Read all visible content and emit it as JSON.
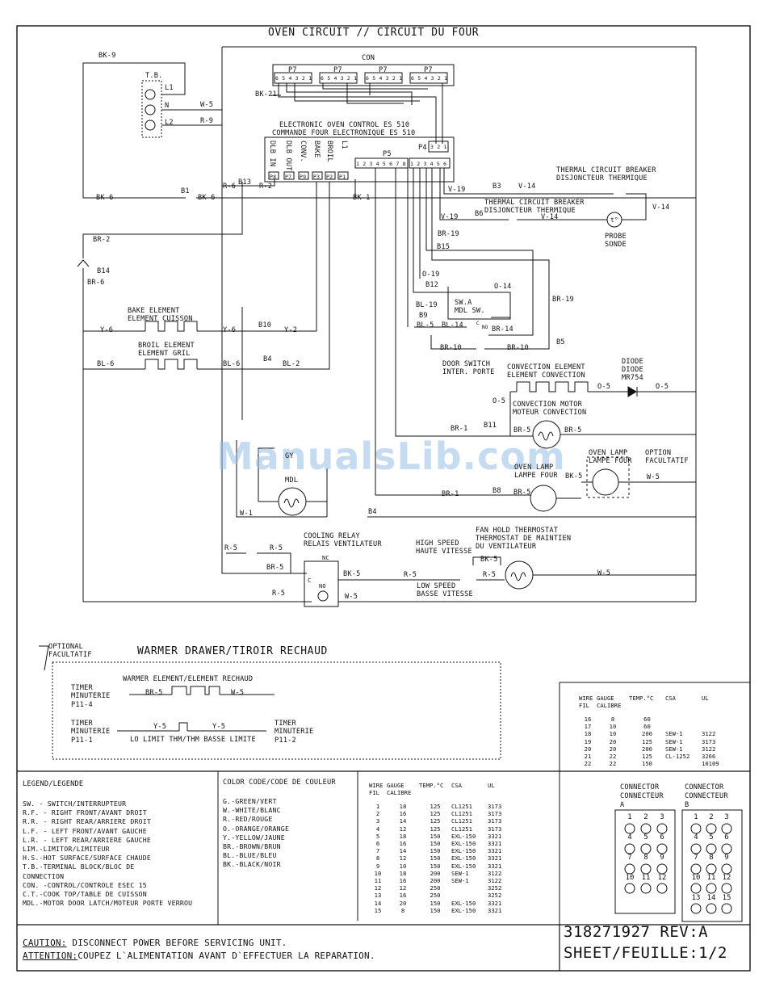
{
  "title": "OVEN CIRCUIT // CIRCUIT DU FOUR",
  "con_label": "CON",
  "connectors": {
    "p7": "P7",
    "p7_pins": "6 5 4 3 2 1",
    "p5": "P5",
    "p5_pins": "1 2 3 4 5 6 7 8",
    "p4": "P4",
    "p4_pins": "3 2 1",
    "p8_pins": "1 2 3 4 5 6"
  },
  "control": {
    "line1": "ELECTRONIC OVEN CONTROL ES 510",
    "line2": "COMMANDE FOUR ELECTRONIQUE ES 510",
    "relays": [
      "DLB IN",
      "DLB OUT",
      "CONV.",
      "BAKE",
      "BROIL",
      "L1"
    ],
    "ports": [
      "P8",
      "P7",
      "P9",
      "P3",
      "P2",
      "P1"
    ]
  },
  "tb": {
    "label": "T.B.",
    "l1": "L1",
    "n": "N",
    "l2": "L2"
  },
  "wires": {
    "bk9": "BK-9",
    "bk21": "BK-21",
    "w5": "W-5",
    "r9": "R-9",
    "r6": "R-6",
    "b13": "B13",
    "r2": "R-2",
    "b1": "B1",
    "bk6a": "BK-6",
    "bk6b": "BK-6",
    "bk1": "BK-1",
    "br2": "BR-2",
    "b14": "B14",
    "br6": "BR-6",
    "v19a": "V-19",
    "b3": "B3",
    "v14a": "V-14",
    "v14b": "V-14",
    "v14c": "V-14",
    "v19b": "V-19",
    "b6": "B6",
    "br19a": "BR-19",
    "b15": "B15",
    "o19": "O-19",
    "b12": "B12",
    "o14": "O-14",
    "bl19": "BL-19",
    "b9": "B9",
    "bl5": "BL-5",
    "bl14": "BL-14",
    "br14": "BR-14",
    "br19b": "BR-19",
    "br10a": "BR-10",
    "br10b": "BR-10",
    "b5": "B5",
    "y6a": "Y-6",
    "y6b": "Y-6",
    "b10": "B10",
    "y2": "Y-2",
    "bl6a": "BL-6",
    "bl6b": "BL-6",
    "b4a": "B4",
    "bl2": "BL-2",
    "o5a": "O-5",
    "o5b": "O-5",
    "o5c": "O-5",
    "br1a": "BR-1",
    "b11": "B11",
    "br5a": "BR-5",
    "br5b": "BR-5",
    "gy": "GY",
    "br1b": "BR-1",
    "b8": "B8",
    "br5c": "BR-5",
    "bk5a": "BK-5",
    "w5b": "W-5",
    "w1": "W-1",
    "b4b": "B4",
    "r5a": "R-5",
    "r5b": "R-5",
    "br5d": "BR-5",
    "bk5b": "BK-5",
    "r5c": "R-5",
    "r5d": "R-5",
    "bk5c": "BK-5",
    "w5c": "W-5",
    "r5e": "R-5",
    "w5d": "W-5"
  },
  "components": {
    "tcb1": [
      "THERMAL CIRCUIT BREAKER",
      "DISJONCTEUR THERMIQUE"
    ],
    "tcb2": [
      "THERMAL CIRCUIT BREAKER",
      "DISJONCTEUR THERMIQUE"
    ],
    "probe": [
      "PROBE",
      "SONDE"
    ],
    "probe_symbol": "t°",
    "swa": [
      "SW.A",
      "MDL SW."
    ],
    "c": "C",
    "no": "NO",
    "nc": "NC",
    "door": [
      "DOOR SWITCH",
      "INTER. PORTE"
    ],
    "bake": [
      "BAKE ELEMENT",
      "ELEMENT CUISSON"
    ],
    "broil": [
      "BROIL ELEMENT",
      "ELEMENT GRIL"
    ],
    "conv_el": [
      "CONVECTION ELEMENT",
      "ELEMENT CONVECTION"
    ],
    "diode": [
      "DIODE",
      "DIODE",
      "MR754"
    ],
    "conv_motor": [
      "CONVECTION MOTOR",
      "MOTEUR CONVECTION"
    ],
    "oven_lamp": [
      "OVEN LAMP",
      "LAMPE FOUR"
    ],
    "oven_lamp2": [
      "OVEN LAMP",
      "LAMPE FOUR"
    ],
    "option": [
      "OPTION",
      "FACULTATIF"
    ],
    "mdl": "MDL",
    "cooling": [
      "COOLING RELAY",
      "RELAIS VENTILATEUR"
    ],
    "high": [
      "HIGH SPEED",
      "HAUTE VITESSE"
    ],
    "low": [
      "LOW SPEED",
      "BASSE VITESSE"
    ],
    "fan_hold": [
      "FAN HOLD THERMOSTAT",
      "THERMOSTAT DE MAINTIEN",
      "DU VENTILATEUR"
    ]
  },
  "warmer": {
    "optional": [
      "OPTIONAL",
      "FACULTATIF"
    ],
    "title": "WARMER DRAWER/TIROIR RECHAUD",
    "element": "WARMER ELEMENT/ELEMENT RECHAUD",
    "timer1": [
      "TIMER",
      "MINUTERIE",
      "P11-4"
    ],
    "br5": "BR-5",
    "w5": "W-5",
    "timer2": [
      "TIMER",
      "MINUTERIE",
      "P11-1"
    ],
    "y5a": "Y-5",
    "y5b": "Y-5",
    "limit": "LO LIMIT THM/THM BASSE LIMITE",
    "timer3": [
      "TIMER",
      "MINUTERIE",
      "P11-2"
    ]
  },
  "legend": {
    "heading": "LEGEND/LEGENDE",
    "items": [
      "SW.  - SWITCH/INTERRUPTEUR",
      "R.F. - RIGHT FRONT/AVANT DROIT",
      "R.R. - RIGHT REAR/ARRIERE DROIT",
      "L.F. - LEFT FRONT/AVANT GAUCHE",
      "L.R. - LEFT REAR/ARRIERE GAUCHE",
      "LIM.-LIMITOR/LIMITEUR",
      "H.S.-HOT SURFACE/SURFACE CHAUDE",
      "T.B.-TERMINAL BLOCK/BLOC DE",
      "     CONNECTION",
      "CON. -CONTROL/CONTROLE ESEC 15",
      "C.T.-COOK TOP/TABLE DE CUISSON",
      "MDL.-MOTOR DOOR LATCH/MOTEUR PORTE VERROU"
    ]
  },
  "color_code": {
    "heading": "COLOR CODE/CODE DE COULEUR",
    "items": [
      "G.-GREEN/VERT",
      "W.-WHITE/BLANC",
      "R.-RED/ROUGE",
      "O.-ORANGE/ORANGE",
      "Y.-YELLOW/JAUNE",
      "BR.-BROWN/BRUN",
      "BL.-BLUE/BLEU",
      "BK.-BLACK/NOIR"
    ]
  },
  "wire_table": {
    "headers": [
      [
        "WIRE",
        "FIL"
      ],
      [
        "GAUGE",
        "CALIBRE"
      ],
      [
        "TEMP.°C"
      ],
      [
        "CSA"
      ],
      [
        "UL"
      ]
    ],
    "rows": [
      [
        "1",
        "18",
        "125",
        "CL1251",
        "3173"
      ],
      [
        "2",
        "16",
        "125",
        "CL1251",
        "3173"
      ],
      [
        "3",
        "14",
        "125",
        "CL1251",
        "3173"
      ],
      [
        "4",
        "12",
        "125",
        "CL1251",
        "3173"
      ],
      [
        "5",
        "18",
        "150",
        "EXL-150",
        "3321"
      ],
      [
        "6",
        "16",
        "150",
        "EXL-150",
        "3321"
      ],
      [
        "7",
        "14",
        "150",
        "EXL-150",
        "3321"
      ],
      [
        "8",
        "12",
        "150",
        "EXL-150",
        "3321"
      ],
      [
        "9",
        "10",
        "150",
        "EXL-150",
        "3321"
      ],
      [
        "10",
        "18",
        "200",
        "SEW-1",
        "3122"
      ],
      [
        "11",
        "16",
        "200",
        "SEW-1",
        "3122"
      ],
      [
        "12",
        "12",
        "250",
        "",
        "3252"
      ],
      [
        "13",
        "16",
        "250",
        "",
        "3252"
      ],
      [
        "14",
        "20",
        "150",
        "EXL-150",
        "3321"
      ],
      [
        "15",
        "8",
        "150",
        "EXL-150",
        "3321"
      ]
    ]
  },
  "wire_table2": {
    "headers": [
      [
        "WIRE",
        "FIL"
      ],
      [
        "GAUGE",
        "CALIBRE"
      ],
      [
        "TEMP.°C"
      ],
      [
        "CSA"
      ],
      [
        "UL"
      ]
    ],
    "rows": [
      [
        "16",
        "8",
        "60",
        "",
        ""
      ],
      [
        "17",
        "10",
        "60",
        "",
        ""
      ],
      [
        "18",
        "10",
        "200",
        "SEW-1",
        "3122"
      ],
      [
        "19",
        "20",
        "125",
        "SEW-1",
        "3173"
      ],
      [
        "20",
        "20",
        "200",
        "SEW-1",
        "3122"
      ],
      [
        "21",
        "22",
        "125",
        "CL-1252",
        "3266"
      ],
      [
        "22",
        "22",
        "150",
        "",
        "10109"
      ]
    ]
  },
  "connector_a": {
    "label": [
      "CONNECTOR",
      "CONNECTEUR",
      "A"
    ],
    "pins": [
      "1",
      "2",
      "3",
      "4",
      "5",
      "6",
      "7",
      "8",
      "9",
      "10",
      "11",
      "12"
    ]
  },
  "connector_b": {
    "label": [
      "CONNECTOR",
      "CONNECTEUR",
      "B"
    ],
    "pins": [
      "1",
      "2",
      "3",
      "4",
      "5",
      "6",
      "7",
      "8",
      "9",
      "10",
      "11",
      "12",
      "13",
      "14",
      "15"
    ]
  },
  "caution": {
    "label": "CAUTION:",
    "text": " DISCONNECT POWER BEFORE SERVICING UNIT.",
    "label2": "ATTENTION:",
    "text2": "COUPEZ L`ALIMENTATION AVANT D`EFFECTUER LA REPARATION."
  },
  "part_number": "318271927 REV:A",
  "sheet": "SHEET/FEUILLE:1/2",
  "watermark": "ManualsLib.com"
}
